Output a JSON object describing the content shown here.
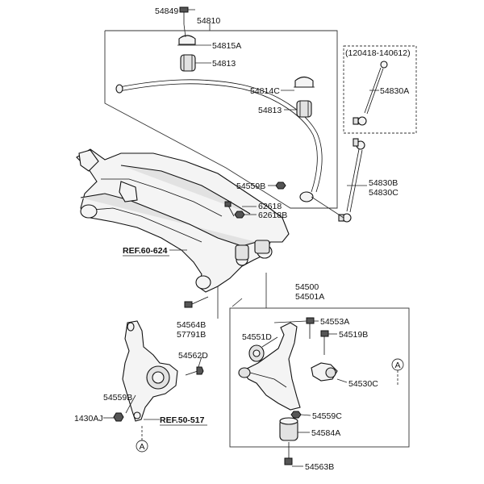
{
  "labels": {
    "p54849": "54849",
    "p54810": "54810",
    "p54815A": "54815A",
    "p54813a": "54813",
    "p54814C": "54814C",
    "p54813b": "54813",
    "p120418": "(120418-140612)",
    "p54830A": "54830A",
    "p54830B": "54830B",
    "p54830C": "54830C",
    "p54559Ba": "54559B",
    "p62618": "62618",
    "p62618B": "62618B",
    "ref60": "REF.60-624",
    "p54500": "54500",
    "p54501A": "54501A",
    "p54553A": "54553A",
    "p54551D": "54551D",
    "p54519B": "54519B",
    "p54564B": "54564B",
    "p57791B": "57791B",
    "p54562D": "54562D",
    "p54530C": "54530C",
    "p54559Bb": "54559B",
    "p54559C": "54559C",
    "p1430AJ": "1430AJ",
    "ref50": "REF.50-517",
    "p54584A": "54584A",
    "p54563B": "54563B",
    "circleA1": "A",
    "circleA2": "A"
  }
}
